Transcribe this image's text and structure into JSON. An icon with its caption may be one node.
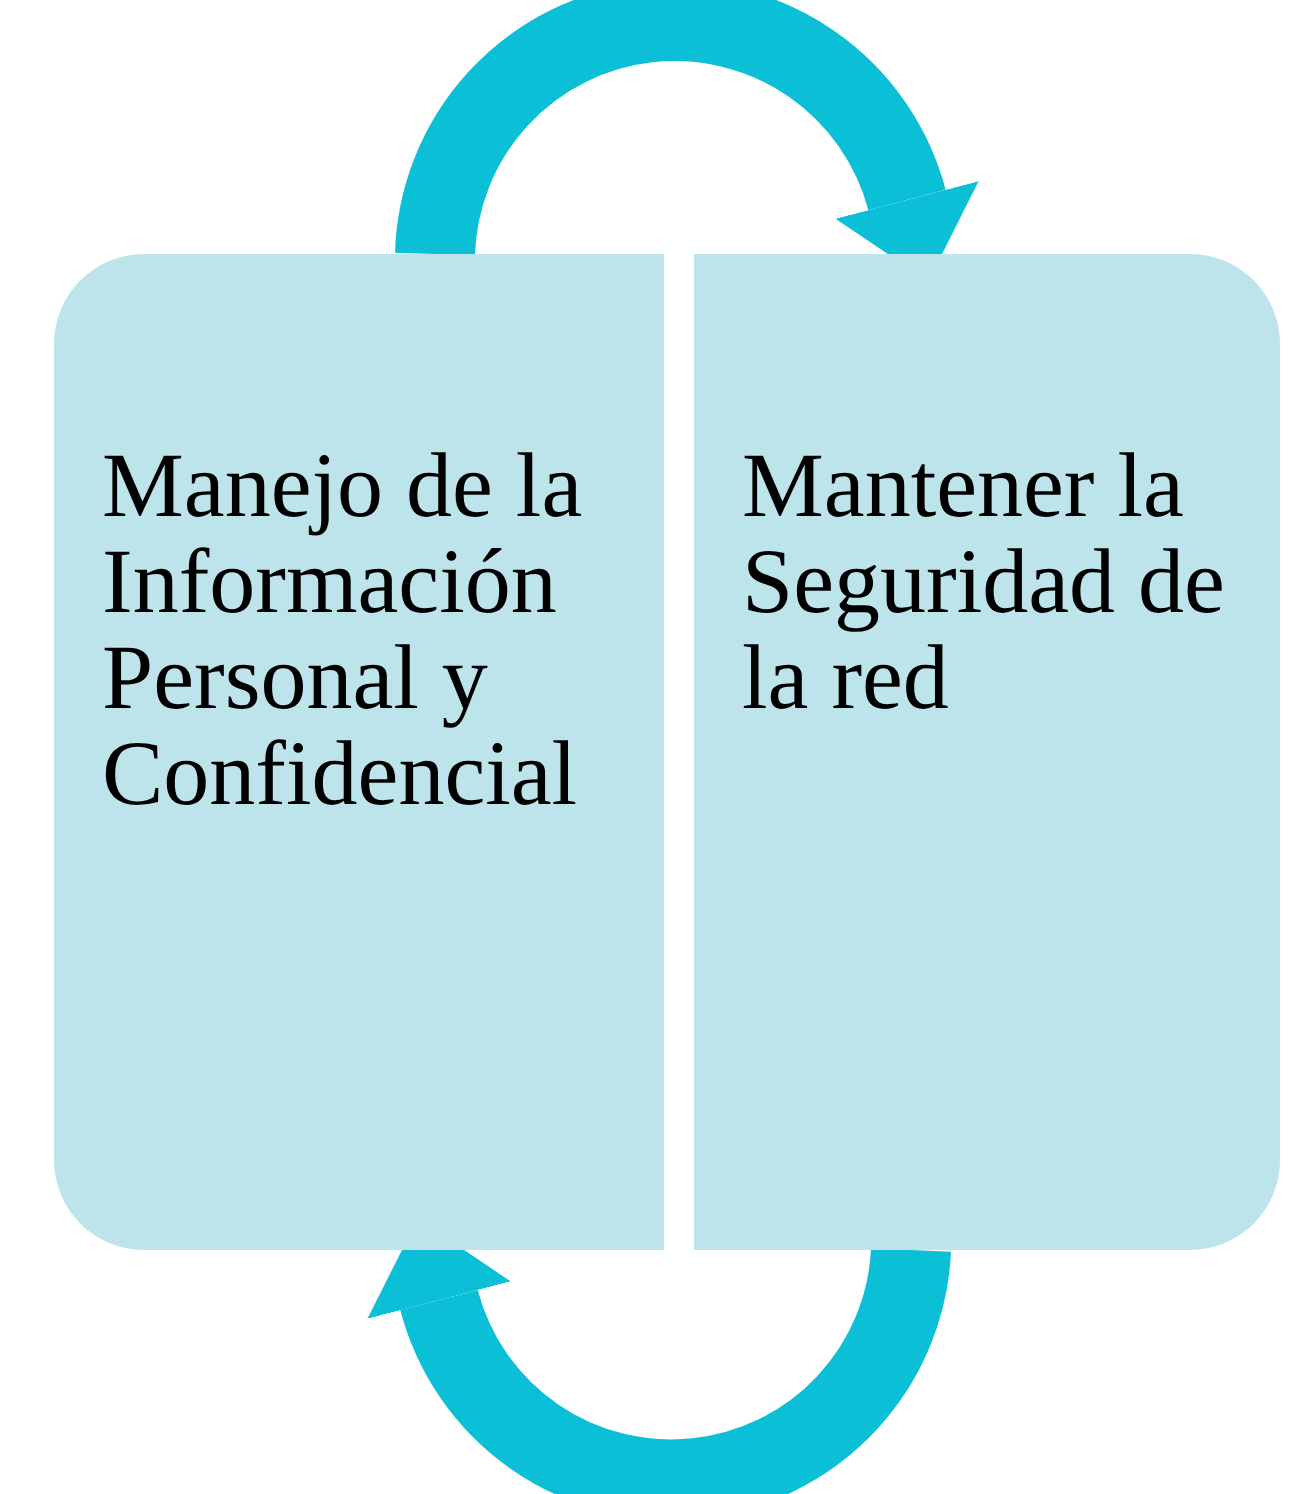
{
  "diagram": {
    "nodes": [
      {
        "text": [
          "Manejo de la Información Personal y Confidencial"
        ]
      },
      {
        "text": [
          "Mantener la Seguridad de la red"
        ]
      }
    ],
    "edges": [
      {
        "from": 0,
        "to": 1,
        "arrow": "to"
      },
      {
        "from": 1,
        "to": 0,
        "arrow": "to"
      }
    ]
  }
}
